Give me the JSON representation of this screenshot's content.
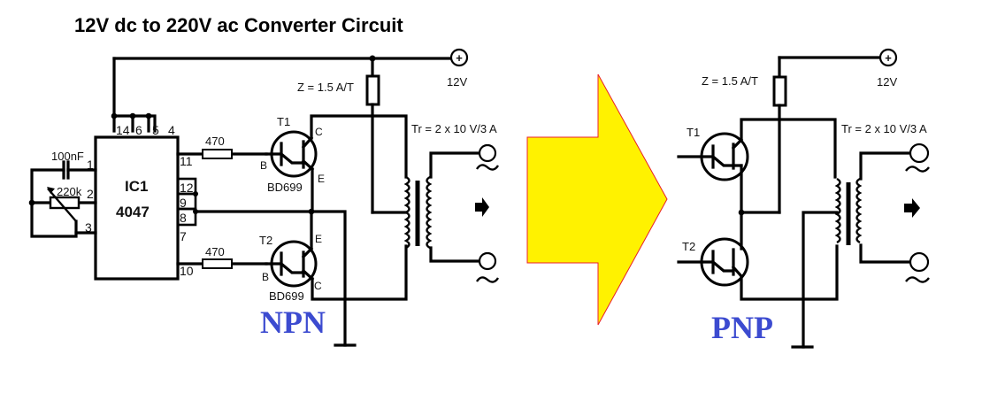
{
  "title": "12V dc to 220V ac Converter Circuit",
  "colors": {
    "arrow_fill": "#FFF200",
    "arrow_stroke": "#E8202A",
    "transistor_type_label": "#3C4BD0",
    "wire": "#000000"
  },
  "npn_circuit": {
    "supply_label": "12V",
    "supply_symbol": "+",
    "fuse_label": "Z = 1.5 A/T",
    "transformer_label": "Tr = 2 x 10 V/3 A",
    "ic": {
      "name": "IC1",
      "part": "4047",
      "pins_top": [
        "14",
        "6",
        "5",
        "4"
      ],
      "pins_left": [
        "1",
        "2",
        "3"
      ],
      "pins_right": [
        "11",
        "12",
        "9",
        "8",
        "7",
        "10"
      ]
    },
    "capacitor_label": "100nF",
    "potentiometer_label": "220k",
    "resistors": [
      "470",
      "470"
    ],
    "transistors": [
      {
        "name": "T1",
        "part": "BD699",
        "pins": {
          "b": "B",
          "c": "C",
          "e": "E"
        }
      },
      {
        "name": "T2",
        "part": "BD699",
        "pins": {
          "b": "B",
          "c": "C",
          "e": "E"
        }
      }
    ],
    "output_symbol": "~",
    "type_label": "NPN"
  },
  "pnp_circuit": {
    "supply_label": "12V",
    "supply_symbol": "+",
    "fuse_label": "Z = 1.5 A/T",
    "transformer_label": "Tr = 2 x 10 V/3 A",
    "transistors": [
      {
        "name": "T1"
      },
      {
        "name": "T2"
      }
    ],
    "output_symbol": "~",
    "type_label": "PNP"
  },
  "transition_arrow": {
    "icon": "right-arrow-icon"
  }
}
